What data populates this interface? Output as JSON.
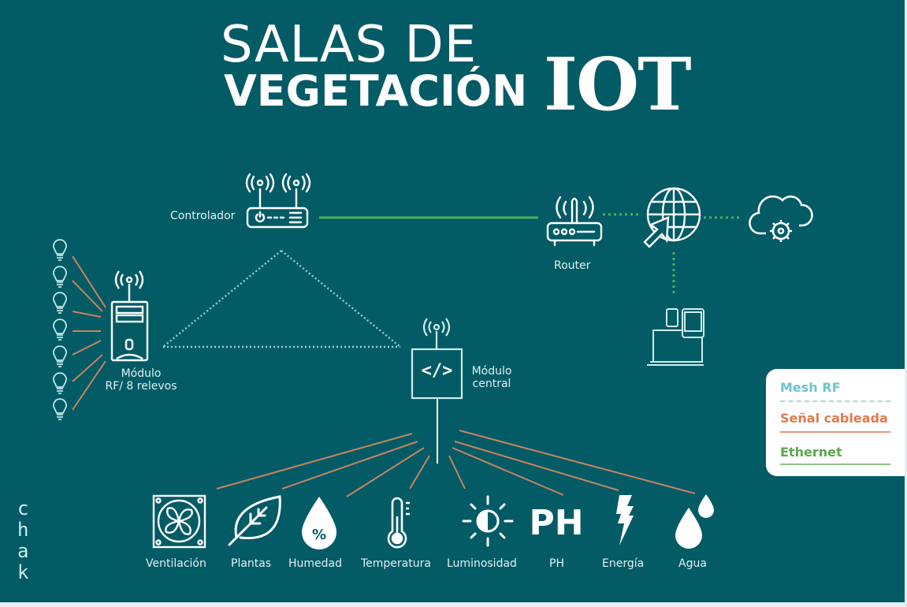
{
  "title": {
    "line1": "SALAS DE",
    "line2": "VEGETACIÓN",
    "highlight": "IOT"
  },
  "nodes": {
    "controller": {
      "label": "Controlador",
      "icon": "wifi-router-icon"
    },
    "router": {
      "label": "Router",
      "icon": "router-icon"
    },
    "internet": {
      "icon": "globe-cursor-icon"
    },
    "cloud": {
      "icon": "cloud-gear-icon"
    },
    "devices": {
      "icon": "laptop-tablet-phone-icon"
    },
    "rf_module": {
      "label_line1": "Módulo",
      "label_line2": "RF/ 8 relevos",
      "icon": "server-antenna-icon"
    },
    "central_module": {
      "label_line1": "Módulo",
      "label_line2": "central",
      "icon": "code-box-icon",
      "code_glyph": "</>"
    },
    "bulbs": {
      "count": 7,
      "icon": "light-bulb-icon"
    }
  },
  "sensors": [
    {
      "label": "Ventilación",
      "icon": "fan-icon"
    },
    {
      "label": "Plantas",
      "icon": "leaf-icon"
    },
    {
      "label": "Humedad",
      "icon": "humidity-drop-icon",
      "glyph": "%"
    },
    {
      "label": "Temperatura",
      "icon": "thermometer-icon"
    },
    {
      "label": "Luminosidad",
      "icon": "sun-icon"
    },
    {
      "label": "PH",
      "icon": "ph-icon",
      "glyph": "PH"
    },
    {
      "label": "Energía",
      "icon": "lightning-icon"
    },
    {
      "label": "Agua",
      "icon": "water-drops-icon"
    }
  ],
  "legend": {
    "items": [
      {
        "label": "Mesh RF",
        "color": "#6ec3cc",
        "style": "dashed"
      },
      {
        "label": "Señal cableada",
        "color": "#e07a4f",
        "style": "solid"
      },
      {
        "label": "Ethernet",
        "color": "#5aa84a",
        "style": "solid"
      }
    ]
  },
  "colors": {
    "background": "#035b66",
    "mesh": "#8fd3d8",
    "wired": "#c9835f",
    "ethernet": "#4fae57",
    "icon": "#ffffff"
  },
  "logo": {
    "letters": [
      "c",
      "h",
      "a",
      "k"
    ]
  }
}
